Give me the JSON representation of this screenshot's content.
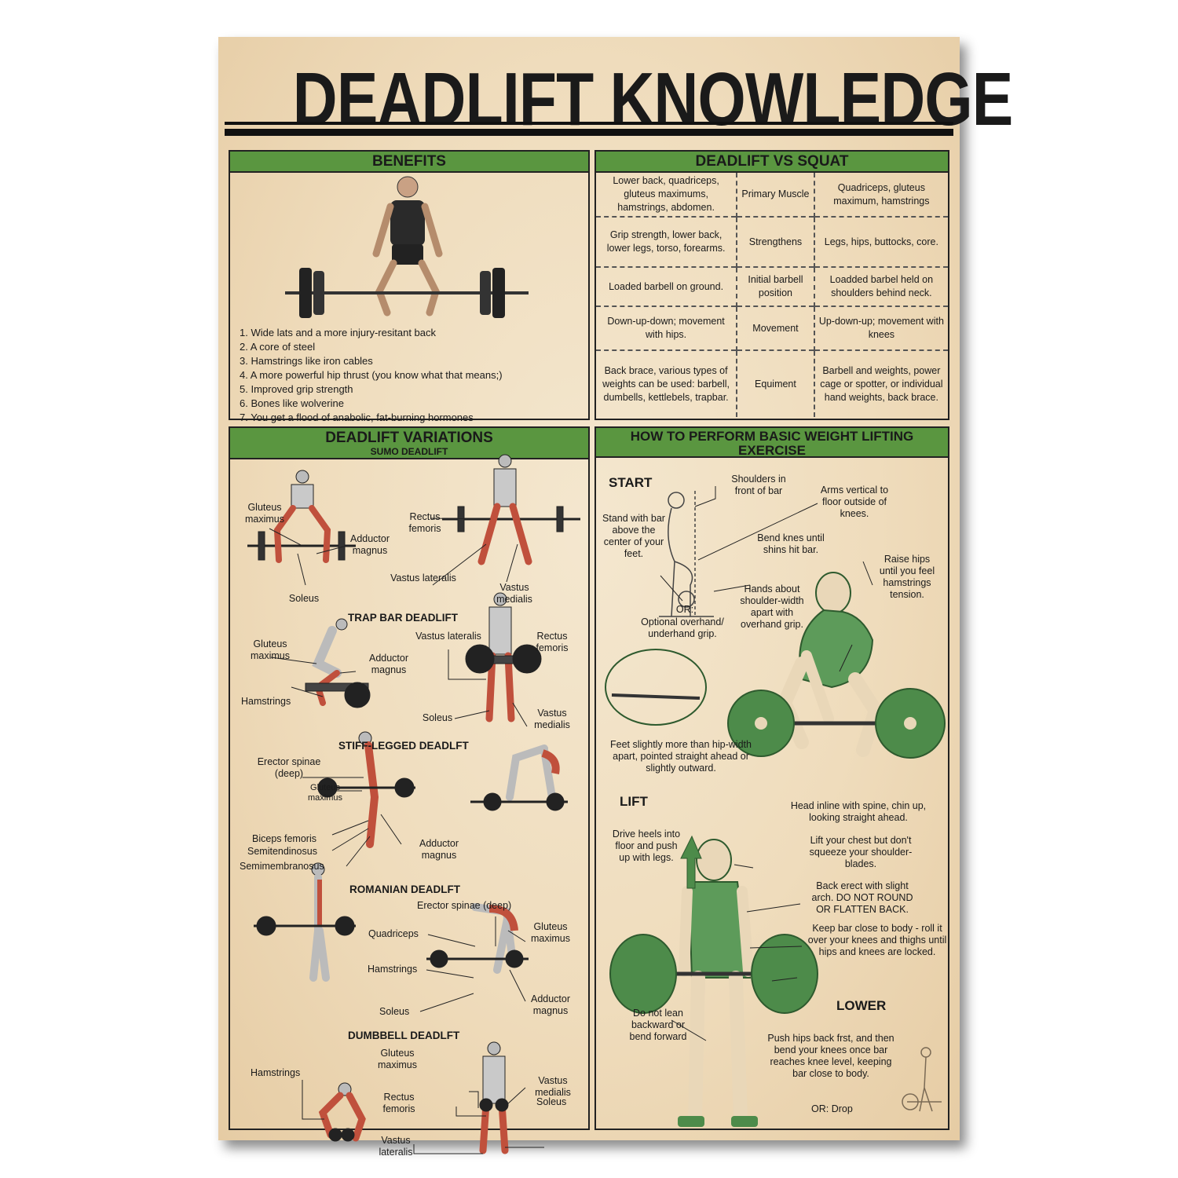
{
  "title": "DEADLIFT KNOWLEDGE",
  "benefits": {
    "header": "BENEFITS",
    "items": [
      "1. Wide lats and a more injury-resitant back",
      "2. A core of steel",
      "3. Hamstrings like iron cables",
      "4. A more powerful hip thrust (you know what that means;)",
      "5. Improved grip strength",
      "6. Bones like wolverine",
      "7. You get a flood of anabolic, fat-burning hormones"
    ]
  },
  "vs": {
    "header": "DEADLIFT VS SQUAT",
    "rows": [
      {
        "deadlift": "Lower back, quadriceps, gluteus maximums, hamstrings, abdomen.",
        "aspect": "Primary Muscle",
        "squat": "Quadriceps, gluteus maximum, hamstrings"
      },
      {
        "deadlift": "Grip strength, lower back, lower legs, torso, forearms.",
        "aspect": "Strengthens",
        "squat": "Legs, hips, buttocks, core."
      },
      {
        "deadlift": "Loaded barbell on ground.",
        "aspect": "Initial barbell position",
        "squat": "Loadded barbel held on shoulders behind neck."
      },
      {
        "deadlift": "Down-up-down; movement with hips.",
        "aspect": "Movement",
        "squat": "Up-down-up; movement with knees"
      },
      {
        "deadlift": "Back brace, various types of weights can be used: barbell, dumbells, kettlebels, trapbar.",
        "aspect": "Equiment",
        "squat": "Barbell and weights, power cage or spotter, or individual hand weights, back brace."
      }
    ]
  },
  "variations": {
    "header": "DEADLIFT VARIATIONS",
    "sumo": {
      "name": "SUMO DEADLIFT",
      "gluteus": "Gluteus maximus",
      "adductor": "Adductor magnus",
      "soleus": "Soleus",
      "rectus": "Rectus femoris",
      "vastus_l": "Vastus lateralis",
      "vastus_m": "Vastus medialis"
    },
    "trap": {
      "name": "TRAP BAR DEADLIFT",
      "gluteus": "Gluteus maximus",
      "adductor": "Adductor magnus",
      "hamstrings": "Hamstrings",
      "vastus_l": "Vastus lateralis",
      "rectus": "Rectus femoris",
      "soleus": "Soleus",
      "vastus_m": "Vastus medialis"
    },
    "stiff": {
      "name": "STIFF-LEGGED DEADLFT",
      "erector": "Erector spinae (deep)",
      "gluteus": "Gluteus maximus",
      "biceps": "Biceps femoris",
      "semit": "Semitendinosus",
      "semim": "Semimembranosus",
      "adductor": "Adductor magnus"
    },
    "romanian": {
      "name": "ROMANIAN DEADLFT",
      "erector": "Erector spinae (deep)",
      "quadriceps": "Quadriceps",
      "gluteus": "Gluteus maximus",
      "hamstrings": "Hamstrings",
      "soleus": "Soleus",
      "adductor": "Adductor magnus"
    },
    "dumbbell": {
      "name": "DUMBBELL DEADLFT",
      "hamstrings": "Hamstrings",
      "gluteus": "Gluteus maximus",
      "rectus": "Rectus femoris",
      "vastus_m": "Vastus medialis",
      "vastus_l": "Vastus lateralis",
      "soleus": "Soleus"
    }
  },
  "howto": {
    "header": "HOW TO PERFORM BASIC WEIGHT LIFTING EXERCISE",
    "start": "START",
    "shoulders": "Shoulders in front of bar",
    "arms": "Arms vertical to floor outside of knees.",
    "stand": "Stand with bar above the center of your feet.",
    "bend": "Bend knes until shins hit bar.",
    "raise": "Raise hips until you feel hamstrings tension.",
    "hands": "Hands about shoulder-width apart with overhand grip.",
    "or": "OR:",
    "optional": "Optional overhand/ underhand grip.",
    "feet": "Feet slightly more than hip-width apart, pointed straight ahead or slightly outward.",
    "lift": "LIFT",
    "head": "Head inline with spine, chin up, looking straight ahead.",
    "drive": "Drive heels into floor and push up with legs.",
    "chest": "Lift your chest but don't squeeze your shoulder-blades.",
    "back": "Back erect with slight arch. DO NOT ROUND OR FLATTEN BACK.",
    "keep": "Keep bar close to body - roll it over your knees and thighs until hips and knees are locked.",
    "lower": "LOWER",
    "lean": "Do not lean backward or bend forward",
    "push": "Push hips back frst, and then bend your knees once bar reaches knee level, keeping bar close to body.",
    "drop": "OR: Drop"
  }
}
